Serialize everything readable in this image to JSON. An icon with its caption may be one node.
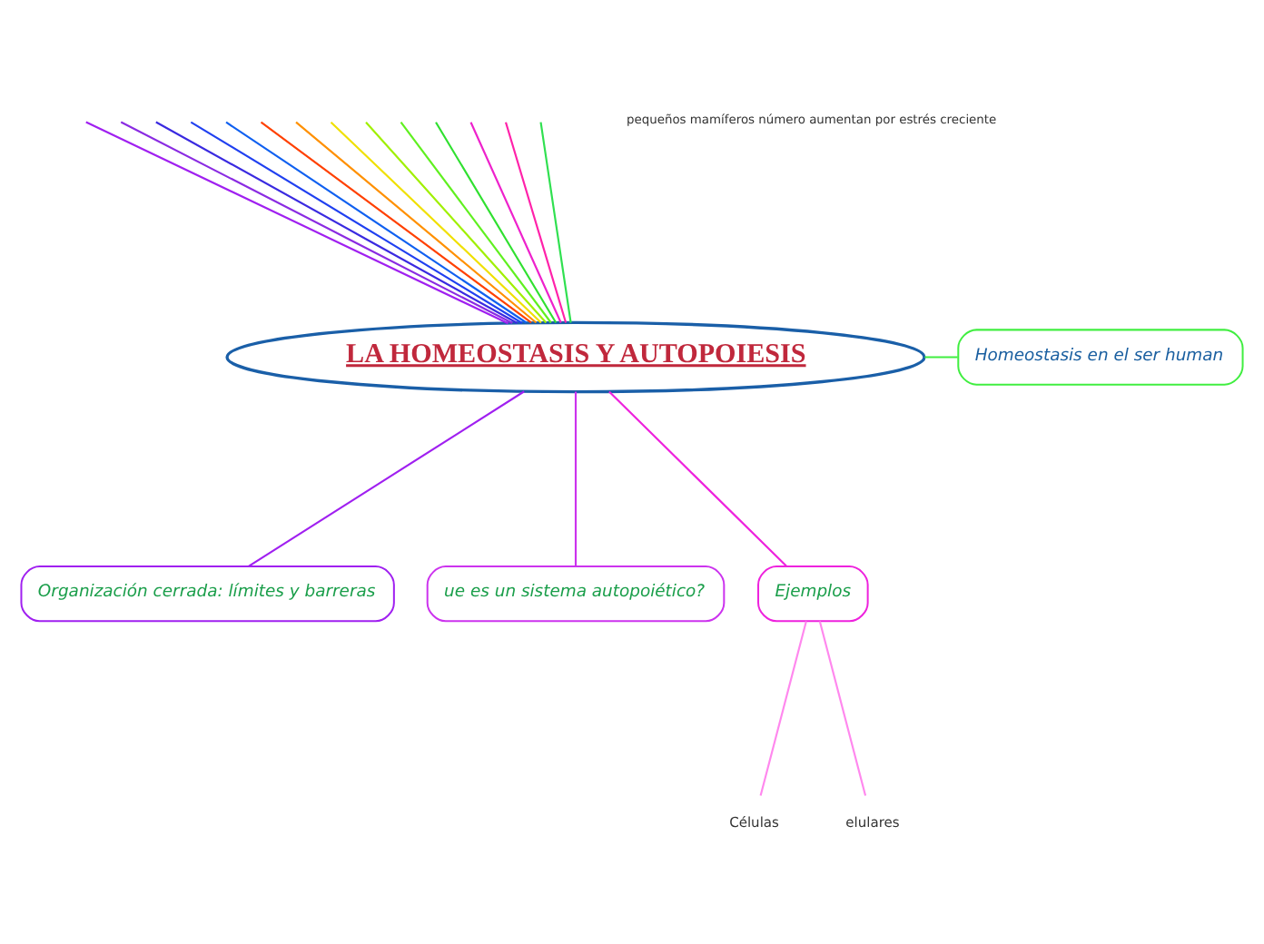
{
  "diagram": {
    "nodes": [
      {
        "text": [
          "LA HOMEOSTASIS Y AUTOPOIESIS"
        ]
      },
      {
        "text": [
          "Organización cerrada: límites y barreras"
        ]
      },
      {
        "text": [
          "ue es un sistema autopoiético?"
        ]
      },
      {
        "text": [
          "Ejemplos"
        ]
      },
      {
        "text": [
          "Células"
        ]
      },
      {
        "text": [
          "elulares"
        ]
      },
      {
        "text": [
          "Homeostasis en el ser human"
        ]
      }
    ],
    "edges": [
      {
        "from": 0,
        "to": null,
        "arrow": "none",
        "color": "#a020f0"
      },
      {
        "from": 0,
        "to": null,
        "arrow": "none",
        "color": "#8a2be2"
      },
      {
        "from": 0,
        "to": null,
        "arrow": "none",
        "color": "#3a2ae0"
      },
      {
        "from": 0,
        "to": null,
        "arrow": "none",
        "color": "#2040f0"
      },
      {
        "from": 0,
        "to": null,
        "arrow": "none",
        "color": "#1060f0"
      },
      {
        "from": 0,
        "to": null,
        "arrow": "none",
        "color": "#ff4000"
      },
      {
        "from": 0,
        "to": null,
        "arrow": "none",
        "color": "#ff9000"
      },
      {
        "from": 0,
        "to": null,
        "arrow": "none",
        "color": "#f0e000"
      },
      {
        "from": 0,
        "to": null,
        "arrow": "none",
        "color": "#a0f000"
      },
      {
        "from": 0,
        "to": null,
        "arrow": "none",
        "color": "#60f020"
      },
      {
        "from": 0,
        "to": null,
        "arrow": "none",
        "color": "#30e030"
      },
      {
        "from": 0,
        "to": 1,
        "arrow": "none",
        "color": "#a020f0"
      },
      {
        "from": 0,
        "to": 2,
        "arrow": "none",
        "color": "#cc33ee"
      },
      {
        "from": 0,
        "to": 3,
        "arrow": "none",
        "color": "#ee22dd"
      },
      {
        "from": 3,
        "to": 4,
        "arrow": "none",
        "color": "#ff88ee"
      },
      {
        "from": 3,
        "to": 5,
        "arrow": "none",
        "color": "#ff88ee"
      },
      {
        "from": 0,
        "to": 6,
        "arrow": "none",
        "color": "#40ee40"
      },
      {
        "from": 0,
        "to": null,
        "arrow": "none",
        "color": "#ee22cc"
      },
      {
        "from": 0,
        "to": null,
        "arrow": "none",
        "color": "#ff22aa"
      },
      {
        "from": 0,
        "to": null,
        "arrow": "none",
        "color": "#30e050"
      }
    ],
    "labels": [
      "pequeños mamíferos número aumentan por estrés creciente"
    ]
  }
}
